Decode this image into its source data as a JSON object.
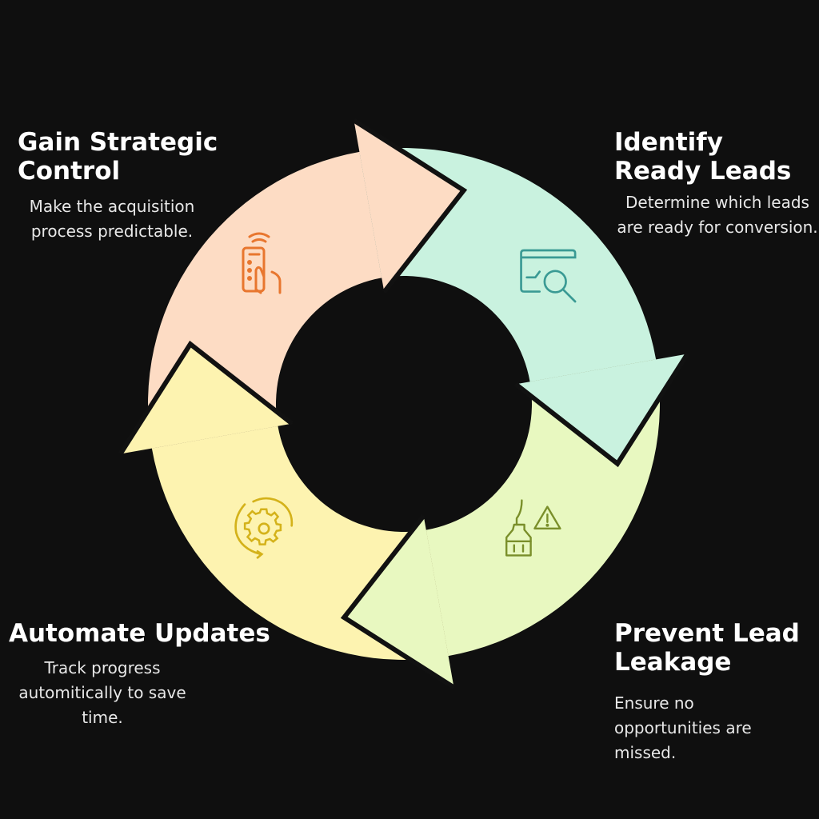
{
  "steps": [
    {
      "title": "Gain Strategic Control",
      "description": "Make the acquisition process predictable.",
      "icon": "remote-control-hand-icon",
      "fill": "#fddcc4",
      "icon_color": "#e8762e"
    },
    {
      "title": "Identify Ready Leads",
      "description": "Determine which leads are ready for conversion.",
      "icon": "chart-search-icon",
      "fill": "#c9f2df",
      "icon_color": "#3a9a94"
    },
    {
      "title": "Prevent Lead Leakage",
      "description": "Ensure no opportunities are missed.",
      "icon": "leak-warning-icon",
      "fill": "#e8f8c0",
      "icon_color": "#7a8f2a"
    },
    {
      "title": "Automate Updates",
      "description": "Track progress automitically to save time.",
      "icon": "gear-cycle-icon",
      "fill": "#fdf3b0",
      "icon_color": "#d4b21a"
    }
  ]
}
